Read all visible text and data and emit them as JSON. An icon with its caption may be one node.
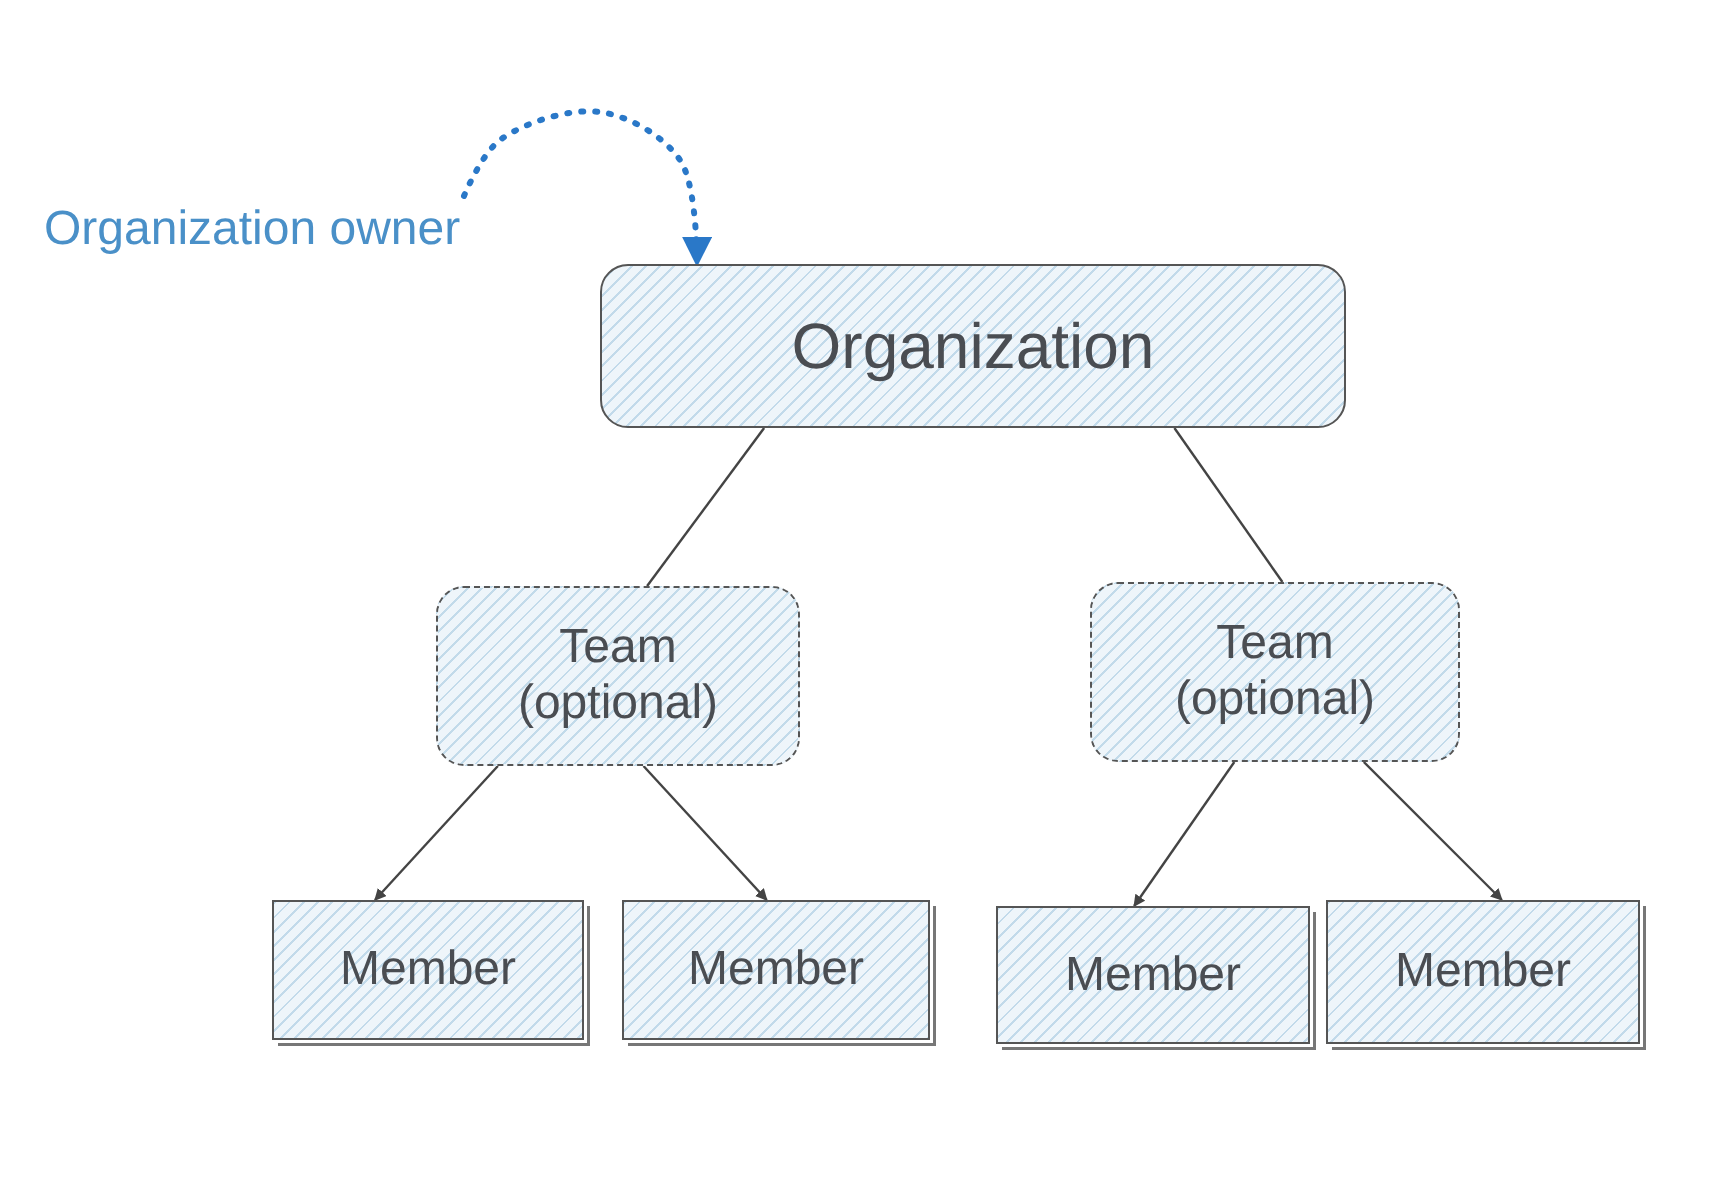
{
  "diagram": {
    "nodes": [
      {
        "text": [
          "Organization owner"
        ]
      },
      {
        "text": [
          "Organization"
        ]
      },
      {
        "text": [
          "Team (optional)"
        ]
      },
      {
        "text": [
          "Team (optional)"
        ]
      },
      {
        "text": [
          "Member"
        ]
      },
      {
        "text": [
          "Member"
        ]
      },
      {
        "text": [
          "Member"
        ]
      },
      {
        "text": [
          "Member"
        ]
      }
    ],
    "edges": [
      {
        "from": 0,
        "to": 1,
        "arrow": "to",
        "style": "dashed",
        "color": "#2a78c8"
      },
      {
        "from": 1,
        "to": 2,
        "arrow": "none"
      },
      {
        "from": 1,
        "to": 3,
        "arrow": "none"
      },
      {
        "from": 2,
        "to": 4,
        "arrow": "to"
      },
      {
        "from": 2,
        "to": 5,
        "arrow": "to"
      },
      {
        "from": 3,
        "to": 6,
        "arrow": "to"
      },
      {
        "from": 3,
        "to": 7,
        "arrow": "to"
      }
    ]
  }
}
